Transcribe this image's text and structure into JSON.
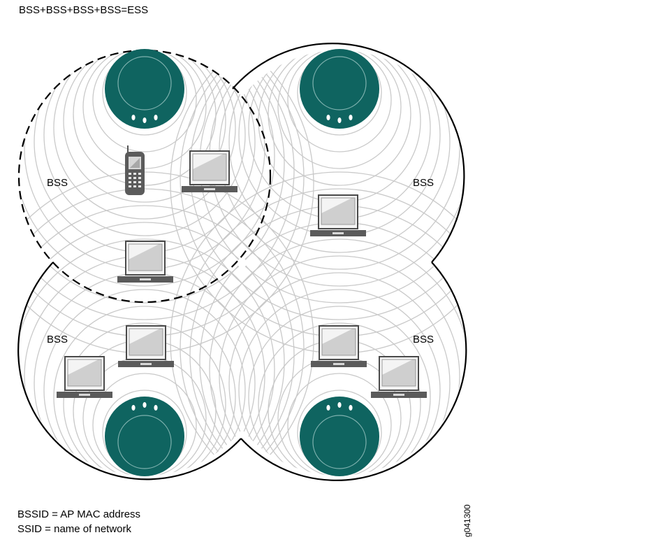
{
  "title": "BSS+BSS+BSS+BSS=ESS",
  "diagram": {
    "cells": [
      {
        "label": "BSS",
        "boundary": "dashed",
        "access_point_position": "top"
      },
      {
        "label": "BSS",
        "boundary": "solid",
        "access_point_position": "top"
      },
      {
        "label": "BSS",
        "boundary": "solid",
        "access_point_position": "bottom"
      },
      {
        "label": "BSS",
        "boundary": "solid",
        "access_point_position": "bottom"
      }
    ],
    "colors": {
      "access_point": "#0f6460",
      "coverage_rings": "#c9c9c9",
      "outline": "#000000",
      "device_screen": "#cfcfcf",
      "device_body": "#5b5b5b"
    },
    "device_icons": [
      "laptop-icon",
      "cell-phone-icon",
      "access-point-icon"
    ]
  },
  "legend": {
    "line1": "BSSID = AP MAC address",
    "line2": "SSID = name of network"
  },
  "figure_id": "g041300"
}
